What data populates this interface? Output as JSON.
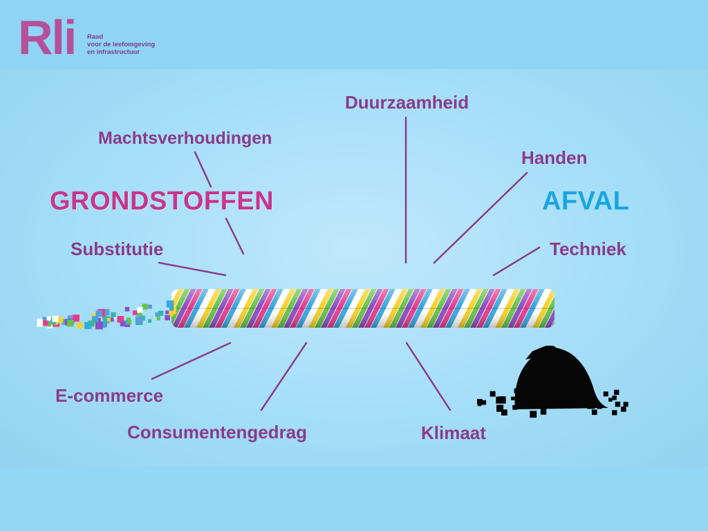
{
  "logo": {
    "wordmark": "Rli",
    "lines": [
      "Raad",
      "voor de leefomgeving",
      "en infrastructuur"
    ]
  },
  "headings": {
    "left": "GRONDSTOFFEN",
    "right": "AFVAL"
  },
  "factors": {
    "machtsverhoudingen": "Machtsverhoudingen",
    "duurzaamheid": "Duurzaamheid",
    "handen": "Handen",
    "substitutie": "Substitutie",
    "techniek": "Techniek",
    "ecommerce": "E-commerce",
    "consumentengedrag": "Consumentengedrag",
    "klimaat": "Klimaat"
  },
  "colors": {
    "label": "#8b3b88",
    "grondstoffen": "#c8358c",
    "afval": "#1aa5e0",
    "rope": [
      "#e53c8c",
      "#37a8e0",
      "#ffffff",
      "#f5d12a",
      "#66c24a",
      "#8b4fc4"
    ]
  }
}
